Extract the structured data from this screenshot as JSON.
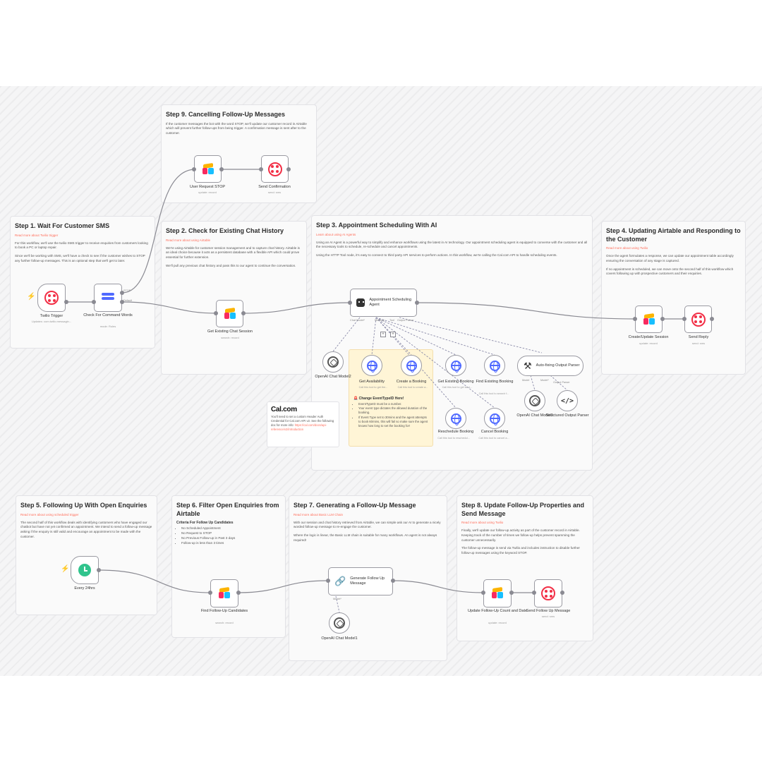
{
  "stickies": {
    "s9": {
      "title": "Step 9. Cancelling Follow-Up Messages",
      "p1": "If the customer messages the bot with the word STOP, we'll update our customer record in Airtable which will prevent further follow-ups from being trigger. A confirmation message is sent after to the customer."
    },
    "s1": {
      "title": "Step 1. Wait For Customer SMS",
      "link": "Read more about Twilio trigger",
      "p1": "For this workflow, we'll use the twilio SMS trigger to receive enquiries from customers looking to book a PC or laptop repair.",
      "p2": "Since we'll be working with SMS, we'll have a check to see if the customer wishes to STOP any further follow-up messages. This is an optional step that we'll get to later."
    },
    "s2": {
      "title": "Step 2. Check for Existing Chat History",
      "link": "Read more about using Airtable",
      "p1": "We're using Airtable for customer session management and to capture chat history. Airtable is an ideal choice because it acts as a persistent database with a flexible API which could prove essential for further extension.",
      "p2": "We'll pull any previous chat history and pass this to our agent to continue the conversation."
    },
    "s3": {
      "title": "Step 3. Appointment Scheduling With AI",
      "link": "Learn about using AI Agents",
      "p1": "Using an AI Agent is a powerful way to simplify and enhance workflows using the latest in AI technology. Our appointment scheduling agent is equipped to converse with the customer and all the necessary tools to schedule, re-schedule and cancel appointments.",
      "p2": "Using the HTTP Tool node, it's easy to connect to third party API services to perform actions. In this workflow, we're calling the Cal.com API to handle scheduling events."
    },
    "s4": {
      "title": "Step 4. Updating Airtable and Responding to the Customer",
      "link": "Read more about using Twilio",
      "p1": "Once the agent formulates a response, we can update our appointment table accordingly ensuring the conversation of any stage is captured.",
      "p2": "If no appointment is scheduled, we can move onto the second half of this workflow which covers following up with prospective customers and their enquiries."
    },
    "s5": {
      "title": "Step 5. Following Up With Open Enquiries",
      "link": "Read more about using scheduled trigger",
      "p1": "The second half of this workflow deals with identifying customers who have engaged our chatbot but have not yet confirmed an appointment. We intend to send a follow-up message asking if the enquiry is still valid and encourage an appointment to be made with the customer."
    },
    "s6": {
      "title": "Step 6. Filter Open Enquiries from Airtable",
      "crit": "Criteria For Follow Up Candidates",
      "items": [
        "No Scheduled Appointment",
        "No Request to STOP",
        "No Previous Follow-up in Past 3 days",
        "Follow-up is less than 3 times"
      ]
    },
    "s7": {
      "title": "Step 7. Generating a Follow-Up Message",
      "link": "Read more about Basic LLM Chain",
      "p1": "With our session and chat history retrieved from Airtable, we can simple ask our AI to generate a nicely worded follow-up message to re-engage the customer.",
      "p2": "Where the logic is linear, the Basic LLM chain is suitable for many workflows. An agent is not always required!"
    },
    "s8": {
      "title": "Step 8. Update Follow-Up Properties and Send Message",
      "link": "Read more about using Twilio",
      "p1": "Finally, we'll update our follow-up activity as part of the customer record in Airtable. Keeping track of the number of times we follow-up helps prevent spamming the customer unnecessarily.",
      "p2": "The follow-up message is send via Twilio and includes instruction to disable further follow-up messages using the keyword STOP."
    }
  },
  "yellow_note": {
    "title": "Change EventTypeID Here!",
    "items": [
      "EventTypeID must be a number.",
      "Your event type dictates the allowed duration of the booking.",
      "If Event Type set to 30mins and the agent attempts to book 60mins, this will fail so make sure the agent knows how long to set the booking for!"
    ]
  },
  "cal_note": {
    "logo": "Cal.com",
    "text": "You'll need to set a custom Header Auth Credential for Cal.com API v2. See the following doc for more info:",
    "link": "https://cal.com/docs/api-reference/v2/introduction"
  },
  "nodes": {
    "twilio_trigger": {
      "label": "Twilio Trigger",
      "sub": "Updates: com.twilio.messagin..."
    },
    "check_words": {
      "label": "Check For Command Words",
      "sub": "mode: Rules"
    },
    "user_stop": {
      "label": "User Request STOP",
      "sub": "update: record"
    },
    "send_confirm": {
      "label": "Send Confirmation",
      "sub": "send: sms"
    },
    "get_session": {
      "label": "Get Existing Chat Session",
      "sub": "search: record"
    },
    "agent": {
      "label": "Appointment Scheduling Agent"
    },
    "openai2": {
      "label": "OpenAI Chat Model2"
    },
    "get_avail": {
      "label": "Get Availability",
      "sub": "Call this tool to get the..."
    },
    "create_booking": {
      "label": "Create a Booking",
      "sub": "Call this tool to create a..."
    },
    "get_booking": {
      "label": "Get Existing Booking",
      "sub": "Call this tool to get an e..."
    },
    "find_booking": {
      "label": "Find Existing Booking",
      "sub": "Call this tool to search f..."
    },
    "reschedule": {
      "label": "Reschedule Booking",
      "sub": "Call this tool to reschedul..."
    },
    "cancel": {
      "label": "Cancel Booking",
      "sub": "Call this tool to cancel a..."
    },
    "autofix": {
      "label": "Auto-fixing Output Parser"
    },
    "openai3": {
      "label": "OpenAI Chat Model3"
    },
    "structured": {
      "label": "Structured Output Parser"
    },
    "create_session": {
      "label": "Create/Update Session",
      "sub": "update: record"
    },
    "send_reply": {
      "label": "Send Reply",
      "sub": "send: sms"
    },
    "every24": {
      "label": "Every 24hrs"
    },
    "find_followup": {
      "label": "Find Follow-Up Candidates",
      "sub": "search: record"
    },
    "gen_followup": {
      "label": "Generate Follow Up Message"
    },
    "openai1": {
      "label": "OpenAI Chat Model1"
    },
    "update_followup": {
      "label": "Update Follow-Up Count and Date",
      "sub": "update: record"
    },
    "send_followup": {
      "label": "Send Follow Up Message",
      "sub": "send: sms"
    }
  },
  "port_labels": {
    "stop": "STOP",
    "default": "Default",
    "chat_model": "Chat Model*",
    "memory": "Memory",
    "tool": "Tool",
    "output_parser": "Output Parser",
    "model": "Model",
    "model_star": "Model*",
    "output_parser_short": "Output Parser"
  }
}
